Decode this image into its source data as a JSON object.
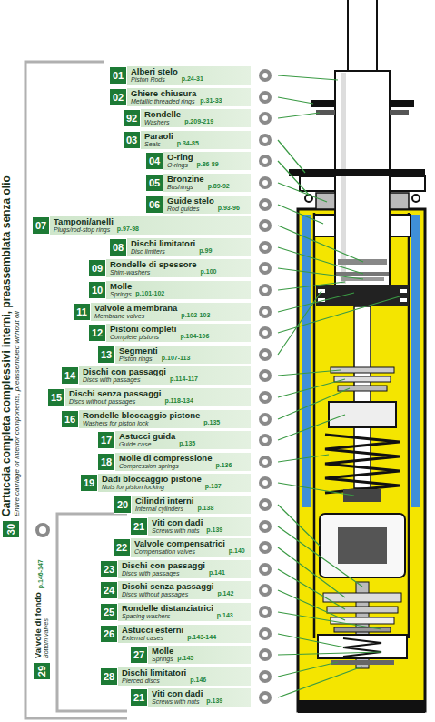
{
  "diagram": {
    "nodes": [
      {
        "text": [
          "01",
          "Alberi stelo",
          "Piston Rods",
          "p.24-31"
        ]
      },
      {
        "text": [
          "02",
          "Ghiere chiusura",
          "Metallic threaded rings",
          "p.31-33"
        ]
      },
      {
        "text": [
          "92",
          "Rondelle",
          "Washers",
          "p.209-219"
        ]
      },
      {
        "text": [
          "03",
          "Paraoli",
          "Seals",
          "p.34-85"
        ]
      },
      {
        "text": [
          "04",
          "O-ring",
          "O-rings",
          "p.86-89"
        ]
      },
      {
        "text": [
          "05",
          "Bronzine",
          "Bushings",
          "p.89-92"
        ]
      },
      {
        "text": [
          "06",
          "Guide stelo",
          "Rod guides",
          "p.93-96"
        ]
      },
      {
        "text": [
          "07",
          "Tamponi/anelli",
          "Plugs/rod-stop rings",
          "p.97-98"
        ]
      },
      {
        "text": [
          "08",
          "Dischi limitatori",
          "Disc limiters",
          "p.99"
        ]
      },
      {
        "text": [
          "09",
          "Rondelle di spessore",
          "Shim-washers",
          "p.100"
        ]
      },
      {
        "text": [
          "10",
          "Molle",
          "Springs",
          "p.101-102"
        ]
      },
      {
        "text": [
          "11",
          "Valvole a membrana",
          "Membrane valves",
          "p.102-103"
        ]
      },
      {
        "text": [
          "12",
          "Pistoni completi",
          "Complete pistons",
          "p.104-106"
        ]
      },
      {
        "text": [
          "13",
          "Segmenti",
          "Piston rings",
          "p.107-113"
        ]
      },
      {
        "text": [
          "14",
          "Dischi con passaggi",
          "Discs with passages",
          "p.114-117"
        ]
      },
      {
        "text": [
          "15",
          "Dischi senza passaggi",
          "Discs without passages",
          "p.118-134"
        ]
      },
      {
        "text": [
          "16",
          "Rondelle bloccaggio pistone",
          "Washers for piston lock",
          "p.135"
        ]
      },
      {
        "text": [
          "17",
          "Astucci guida",
          "Guide case",
          "p.135"
        ]
      },
      {
        "text": [
          "18",
          "Molle di compressione",
          "Compression springs",
          "p.136"
        ]
      },
      {
        "text": [
          "19",
          "Dadi bloccaggio pistone",
          "Nuts for piston locking",
          "p.137"
        ]
      },
      {
        "text": [
          "20",
          "Cilindri interni",
          "Internal cylinders",
          "p.138"
        ]
      },
      {
        "text": [
          "21",
          "Viti con dadi",
          "Screws with nuts",
          "p.139"
        ]
      },
      {
        "text": [
          "22",
          "Valvole compensatrici",
          "Compensation valves",
          "p.140"
        ]
      },
      {
        "text": [
          "23",
          "Dischi con passaggi",
          "Discs with passages",
          "p.141"
        ]
      },
      {
        "text": [
          "24",
          "Dischi senza passaggi",
          "Discs without passages",
          "p.142"
        ]
      },
      {
        "text": [
          "25",
          "Rondelle distanziatrici",
          "Spacing washers",
          "p.143"
        ]
      },
      {
        "text": [
          "26",
          "Astucci esterni",
          "External cases",
          "p.143-144"
        ]
      },
      {
        "text": [
          "27",
          "Molle",
          "Springs",
          "p.145"
        ]
      },
      {
        "text": [
          "28",
          "Dischi limitatori",
          "Pierced discs",
          "p.146"
        ]
      },
      {
        "text": [
          "21",
          "Viti con dadi",
          "Screws with nuts",
          "p.139"
        ]
      }
    ],
    "labels": [
      "30",
      "Cartuccia completa complessivi interni, preassemblata senza olio",
      "Entire carriage of interior components, preassembled without oil",
      "29",
      "Valvole di fondo",
      "Bottom valves",
      "p.146-147"
    ]
  }
}
